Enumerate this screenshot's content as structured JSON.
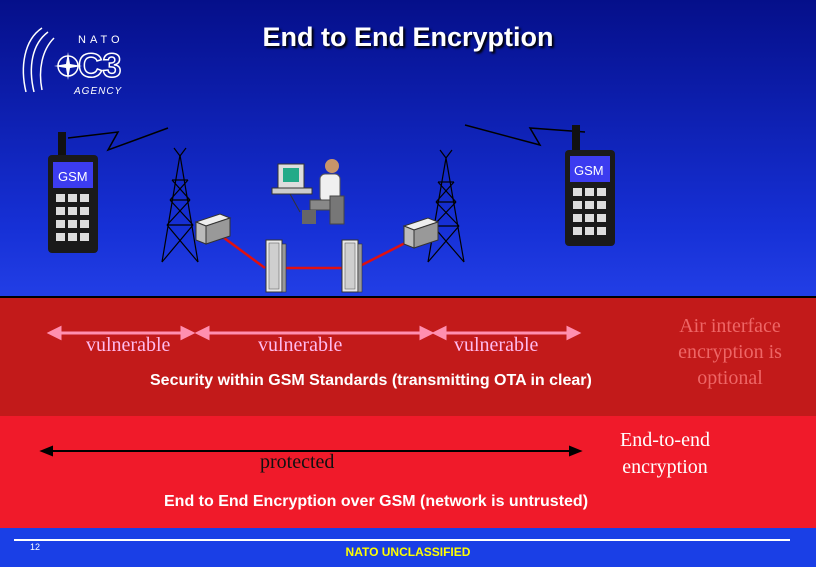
{
  "slide": {
    "title": "End to End Encryption",
    "page_number": "12",
    "classification": "NATO UNCLASSIFIED"
  },
  "logo": {
    "top_text": "NATO",
    "mark_text": "C3",
    "bottom_text": "AGENCY"
  },
  "phones": {
    "left_label": "GSM",
    "right_label": "GSM"
  },
  "standard_band": {
    "segments": [
      "vulnerable",
      "vulnerable",
      "vulnerable"
    ],
    "note": "Air interface encryption is optional",
    "caption": "Security within GSM Standards  (transmitting OTA in clear)"
  },
  "e2e_band": {
    "segment": "protected",
    "note": "End-to-end encryption",
    "caption": "End to End Encryption over GSM   (network is untrusted)"
  },
  "colors": {
    "background_top": "#050f8a",
    "background_bottom": "#2a48f0",
    "band_standard": "#c21a1a",
    "band_e2e": "#f01a2a",
    "classification": "#ffff00"
  }
}
